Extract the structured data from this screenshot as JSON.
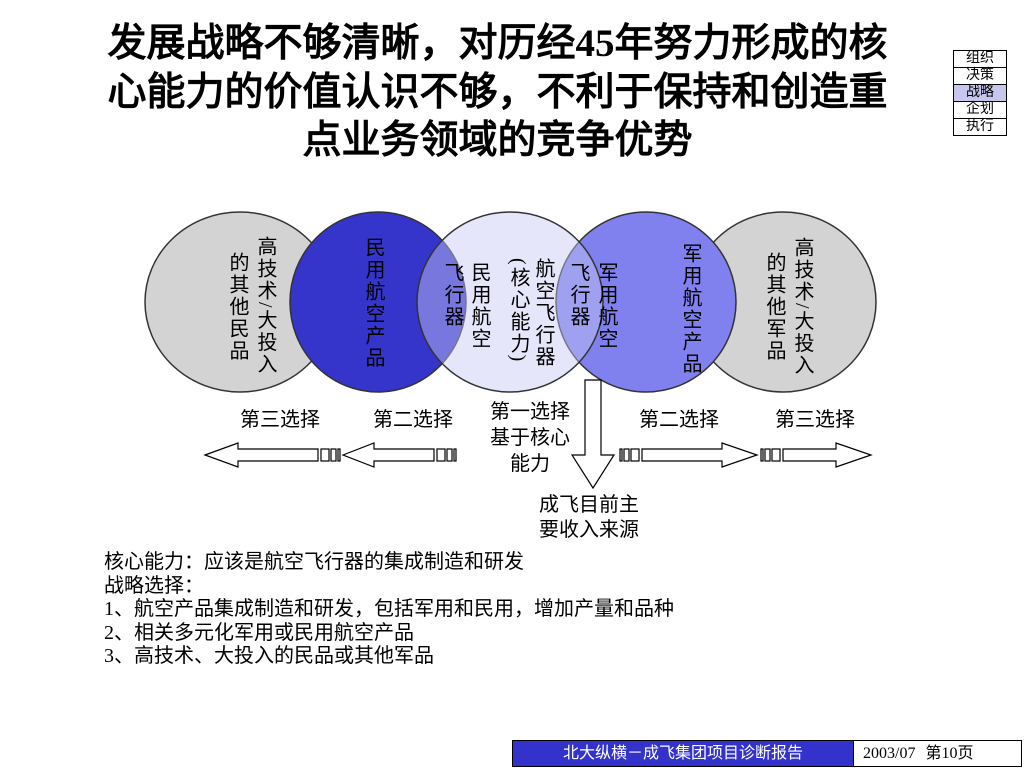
{
  "title": {
    "lines": [
      "发展战略不够清晰，对历经45年努力形成的核",
      "心能力的价值认识不够，不利于保持和创造重",
      "点业务领域的竞争优势"
    ]
  },
  "nav": {
    "items": [
      {
        "label": "组织",
        "active": false
      },
      {
        "label": "决策",
        "active": false
      },
      {
        "label": "战略",
        "active": true
      },
      {
        "label": "企划",
        "active": false
      },
      {
        "label": "执行",
        "active": false
      }
    ],
    "active_color": "#c6c6ee"
  },
  "diagram": {
    "circles": {
      "other_civil": {
        "lines": [
          "高技术/大投入",
          "的其他民品"
        ],
        "color": "#d3d3d3"
      },
      "civil_aviation": {
        "lines": [
          "民用航空产品"
        ],
        "color": "#3535cc"
      },
      "core": {
        "lines": [
          "航空飞行器",
          "(核心能力)"
        ],
        "color": "#c8c8f5"
      },
      "military_aviation": {
        "lines": [
          "军用航空产品"
        ],
        "color": "#8080ee"
      },
      "other_military": {
        "lines": [
          "高技术/大投入",
          "的其他军品"
        ],
        "color": "#d3d3d3"
      }
    },
    "overlaps": {
      "civil_aircraft": {
        "lines": [
          "民用航空",
          "飞行器"
        ]
      },
      "military_aircraft": {
        "lines": [
          "军用航空",
          "飞行器"
        ]
      }
    },
    "choices": {
      "left_third": "第三选择",
      "left_second": "第二选择",
      "first": [
        "第一选择",
        "基于核心",
        "能力"
      ],
      "right_second": "第二选择",
      "right_third": "第三选择"
    },
    "revenue_note": [
      "成飞目前主",
      "要收入来源"
    ]
  },
  "notes": {
    "core_competence": "核心能力：应该是航空飞行器的集成制造和研发",
    "strategy_heading": "战略选择：",
    "items": [
      "1、航空产品集成制造和研发，包括军用和民用，增加产量和品种",
      "2、相关多元化军用或民用航空产品",
      "3、高技术、大投入的民品或其他军品"
    ]
  },
  "footer": {
    "report": "北大纵横－成飞集团项目诊断报告",
    "date": "2003/07",
    "page": "第10页"
  }
}
